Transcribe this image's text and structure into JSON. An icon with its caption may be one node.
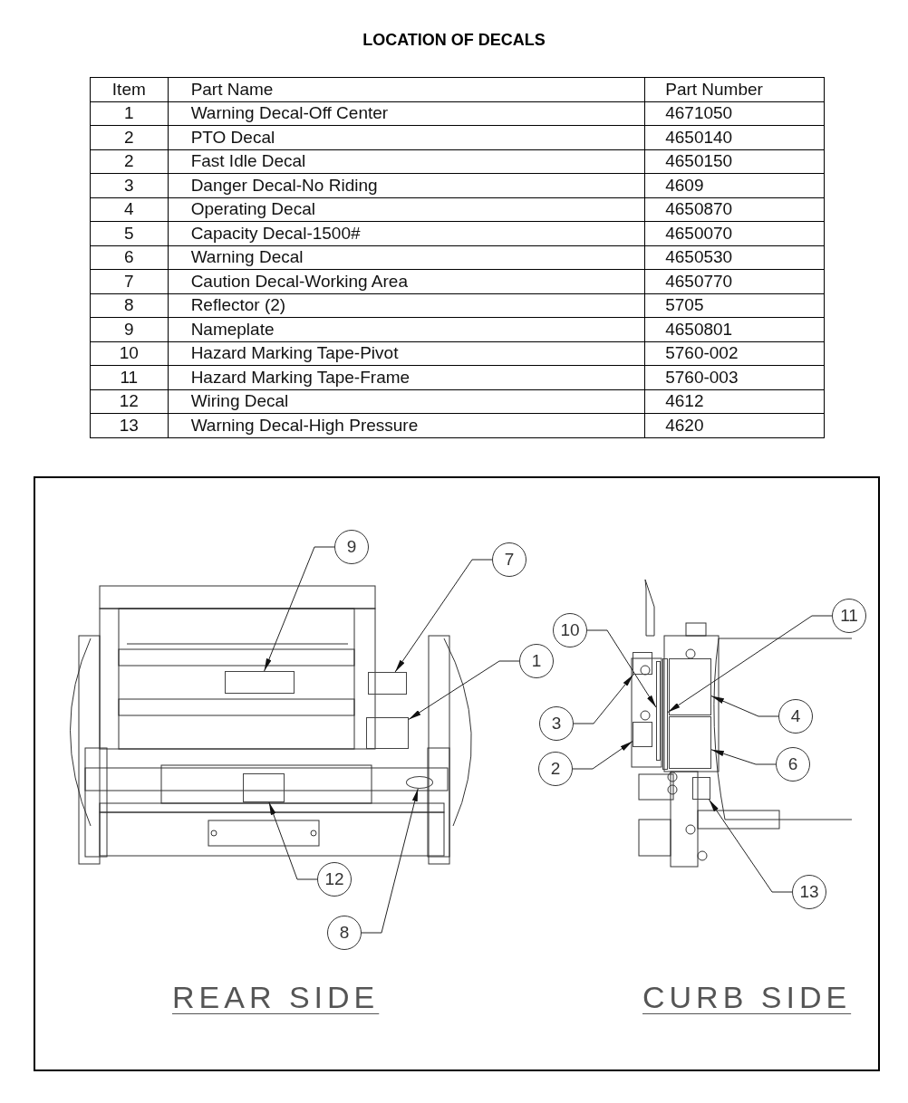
{
  "diagram": {
    "title": "LOCATION OF DECALS",
    "nodes": [
      {
        "text": [
          "9"
        ]
      },
      {
        "text": [
          "7"
        ]
      },
      {
        "text": [
          "11"
        ]
      },
      {
        "text": [
          "10"
        ]
      },
      {
        "text": [
          "1"
        ]
      },
      {
        "text": [
          "3"
        ]
      },
      {
        "text": [
          "4"
        ]
      },
      {
        "text": [
          "2"
        ]
      },
      {
        "text": [
          "6"
        ]
      },
      {
        "text": [
          "12"
        ]
      },
      {
        "text": [
          "13"
        ]
      },
      {
        "text": [
          "8"
        ]
      },
      {
        "text": [],
        "shape": "box"
      },
      {
        "text": [],
        "shape": "box"
      },
      {
        "text": [],
        "shape": "box"
      },
      {
        "text": [],
        "shape": "box"
      },
      {
        "text": [],
        "shape": "oval"
      },
      {
        "text": [],
        "shape": "box"
      },
      {
        "text": [],
        "shape": "box"
      },
      {
        "text": [],
        "shape": "box"
      },
      {
        "text": [],
        "shape": "box"
      },
      {
        "text": [],
        "shape": "box"
      },
      {
        "text": [],
        "shape": "bar"
      },
      {
        "text": [],
        "shape": "bar"
      }
    ],
    "edges": [
      {
        "from": 0,
        "to": 12,
        "arrow": "to"
      },
      {
        "from": 1,
        "to": 13,
        "arrow": "to"
      },
      {
        "from": 2,
        "to": 23,
        "arrow": "to"
      },
      {
        "from": 3,
        "to": 22,
        "arrow": "to"
      },
      {
        "from": 4,
        "to": 14,
        "arrow": "to"
      },
      {
        "from": 5,
        "to": 17,
        "arrow": "to"
      },
      {
        "from": 6,
        "to": 19,
        "arrow": "to"
      },
      {
        "from": 7,
        "to": 18,
        "arrow": "to"
      },
      {
        "from": 8,
        "to": 20,
        "arrow": "to"
      },
      {
        "from": 9,
        "to": 15,
        "arrow": "to"
      },
      {
        "from": 10,
        "to": 21,
        "arrow": "to"
      },
      {
        "from": 11,
        "to": 16,
        "arrow": "to"
      }
    ],
    "labels": [
      "Item",
      "Part Name",
      "Part Number",
      "1",
      "Warning Decal-Off Center",
      "4671050",
      "2",
      "PTO Decal",
      "4650140",
      "2",
      "Fast Idle Decal",
      "4650150",
      "3",
      "Danger Decal-No Riding",
      "4609",
      "4",
      "Operating Decal",
      "4650870",
      "5",
      "Capacity Decal-1500#",
      "4650070",
      "6",
      "Warning Decal",
      "4650530",
      "7",
      "Caution Decal-Working Area",
      "4650770",
      "8",
      "Reflector (2)",
      "5705",
      "9",
      "Nameplate",
      "4650801",
      "10",
      "Hazard Marking Tape-Pivot",
      "5760-002",
      "11",
      "Hazard Marking Tape-Frame",
      "5760-003",
      "12",
      "Wiring Decal",
      "4612",
      "13",
      "Warning Decal-High Pressure",
      "4620",
      "REAR SIDE",
      "CURB SIDE"
    ]
  }
}
